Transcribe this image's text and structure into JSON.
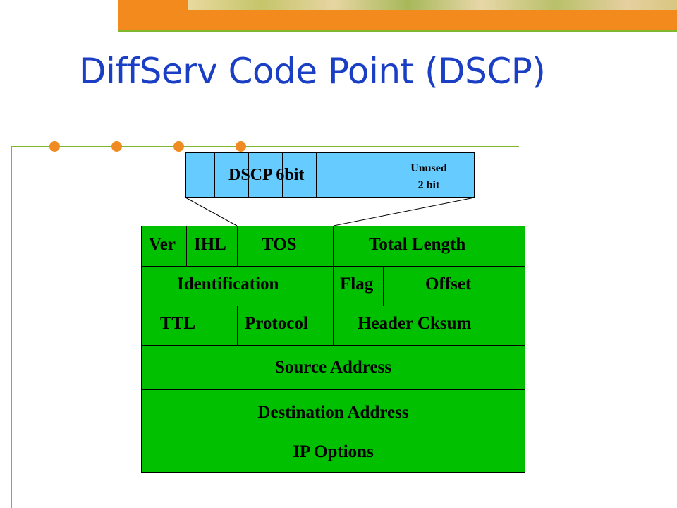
{
  "title": "DiffServ Code Point (DSCP)",
  "dscp_byte": {
    "dscp_label": "DSCP 6bit",
    "unused_label_line1": "Unused",
    "unused_label_line2": "2 bit",
    "color": "#66ccff"
  },
  "ip_header": {
    "color": "#00c000",
    "row1": {
      "ver": "Ver",
      "ihl": "IHL",
      "tos": "TOS",
      "total_length": "Total Length"
    },
    "row2": {
      "identification": "Identification",
      "flag": "Flag",
      "offset": "Offset"
    },
    "row3": {
      "ttl": "TTL",
      "protocol": "Protocol",
      "header_cksum": "Header Cksum"
    },
    "row4": {
      "source_address": "Source Address"
    },
    "row5": {
      "destination_address": "Destination Address"
    },
    "row6": {
      "ip_options": "IP Options"
    }
  },
  "colors": {
    "title": "#1a3fc4",
    "accent_orange": "#f28a1e",
    "accent_green": "#7fb72f"
  }
}
